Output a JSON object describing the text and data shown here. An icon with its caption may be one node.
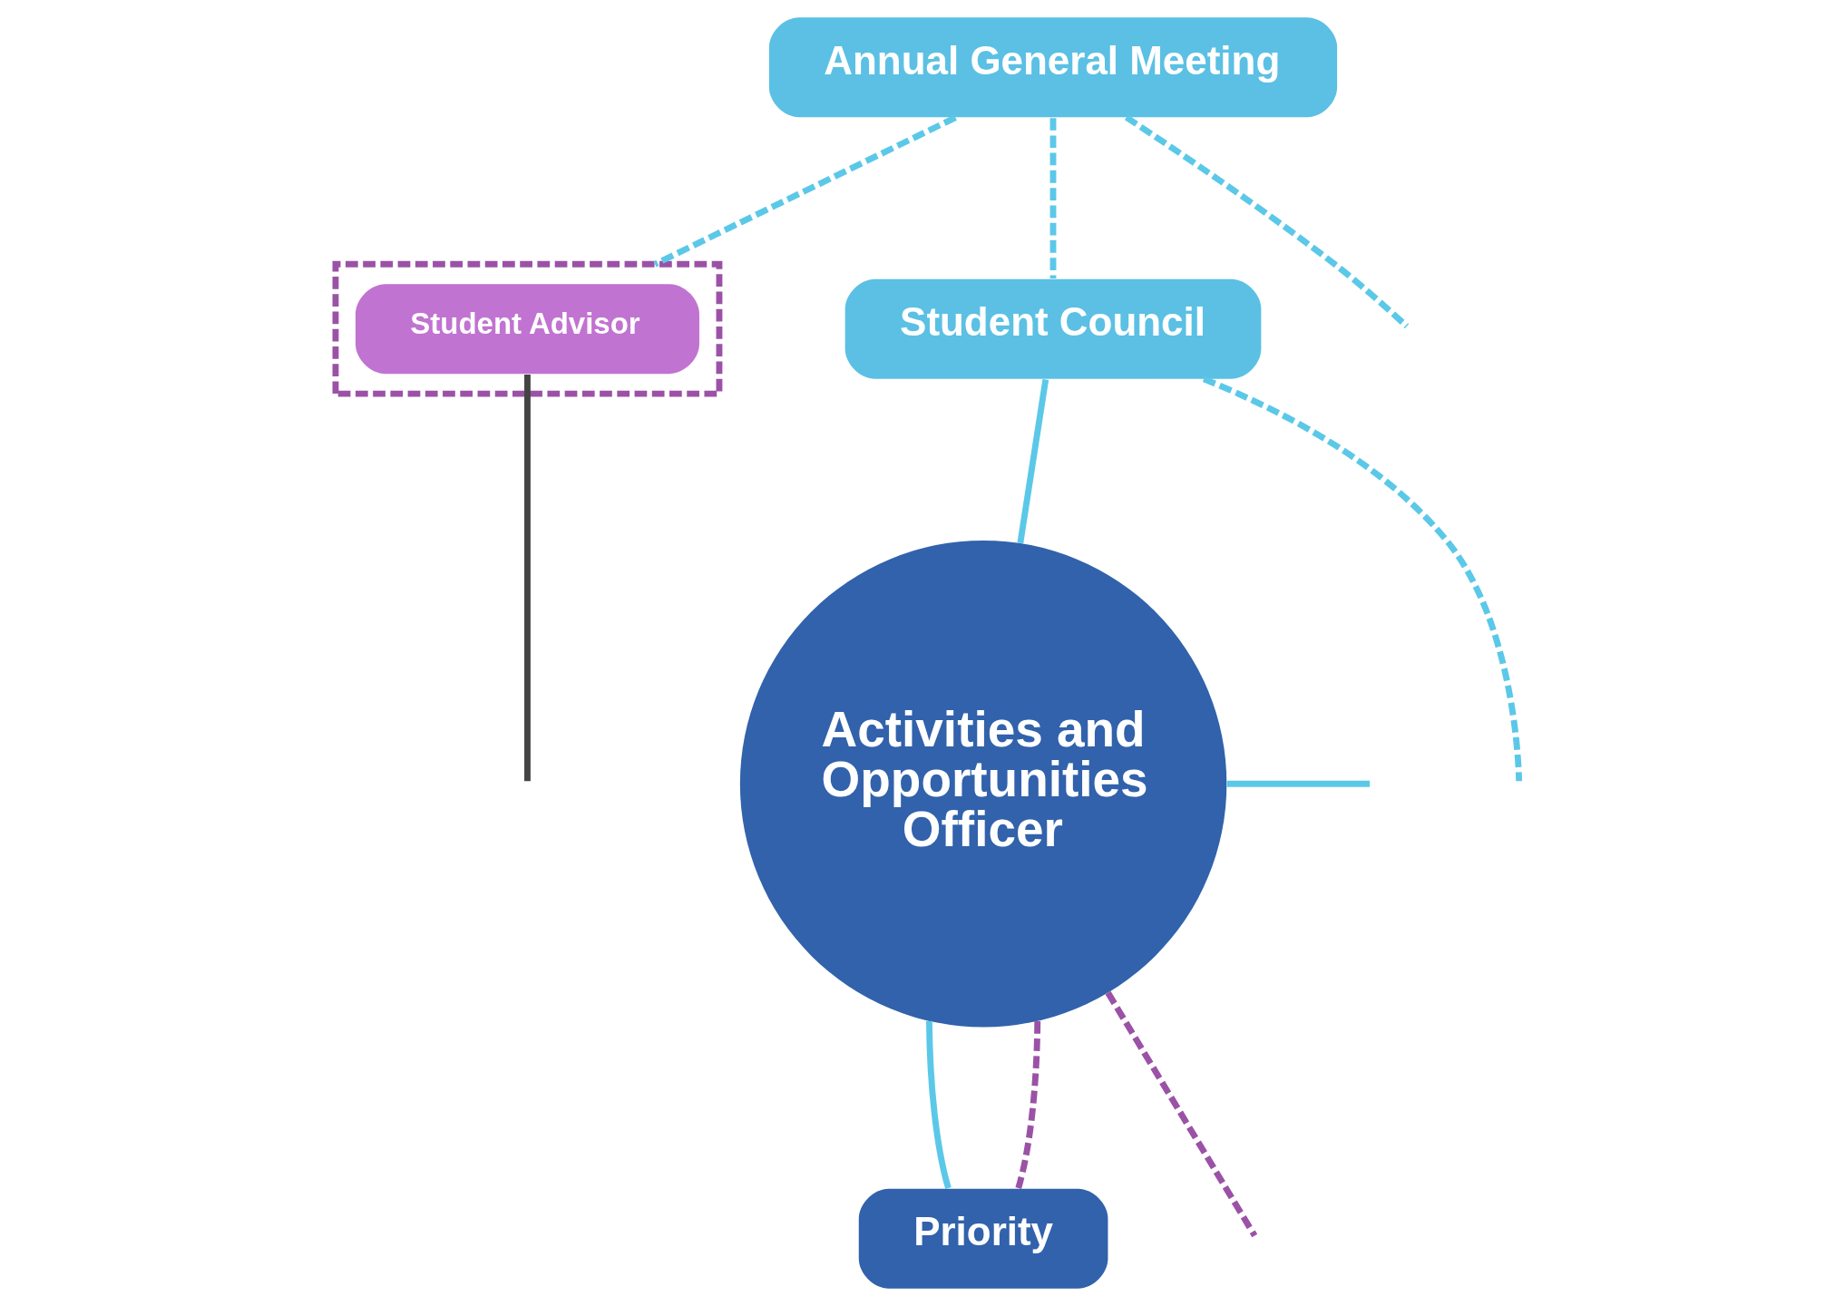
{
  "diagram": {
    "nodes": [
      {
        "text": [
          "Annual General Meeting"
        ]
      },
      {
        "text": [],
        "shape": "box"
      },
      {
        "text": [
          "Student Advisor"
        ],
        "in": 1
      },
      {
        "text": [
          "Student Council"
        ]
      },
      {
        "text": [
          "Activities and Opportunities Officer"
        ]
      },
      {
        "text": [
          "Priority"
        ]
      }
    ],
    "edges": [
      {
        "from": 0,
        "to": 3,
        "arrow": "none",
        "style": "dashed"
      },
      {
        "from": 0,
        "to": 1,
        "arrow": "none",
        "style": "dashed"
      },
      {
        "from": 0,
        "to": null,
        "arrow": "none",
        "style": "dashed"
      },
      {
        "from": 3,
        "to": 4,
        "arrow": "none"
      },
      {
        "from": 4,
        "to": null,
        "arrow": "none",
        "style": "dashed",
        "color": "#9b52a6"
      },
      {
        "from": 3,
        "to": null,
        "arrow": "none",
        "style": "dashed"
      },
      {
        "from": 2,
        "to": null,
        "arrow": "none",
        "color": "#444444"
      },
      {
        "from": 4,
        "to": 5,
        "arrow": "none"
      },
      {
        "from": 4,
        "to": 5,
        "arrow": "none",
        "style": "dashed",
        "color": "#9b52a6"
      },
      {
        "from": 4,
        "to": null,
        "arrow": "none"
      }
    ]
  }
}
